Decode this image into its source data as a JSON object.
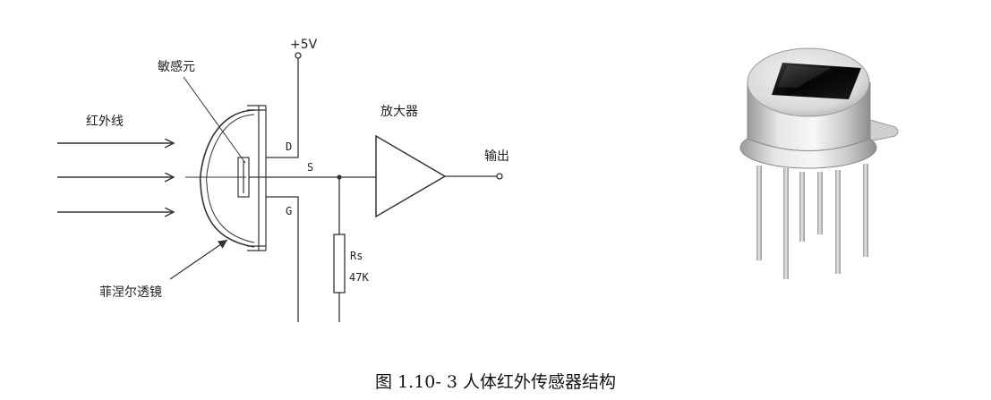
{
  "labels": {
    "supply": "+5V",
    "sensor": "敏感元",
    "infrared": "红外线",
    "amplifier": "放大器",
    "output": "输出",
    "pin_d": "D",
    "pin_s": "S",
    "pin_g": "G",
    "resistor_name": "Rs",
    "resistor_value": "47K",
    "lens": "菲涅尔透镜"
  },
  "caption": "图  1.10- 3 人体红外传感器结构"
}
